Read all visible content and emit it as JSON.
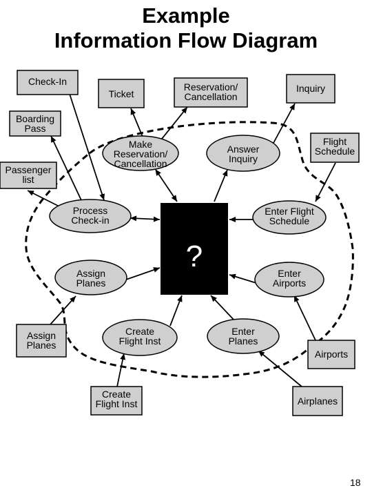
{
  "title_line1": "Example",
  "title_line2": "Information Flow Diagram",
  "page_number": "18",
  "center_symbol": "?",
  "externals": {
    "checkin": [
      "Check-In"
    ],
    "ticket": [
      "Ticket"
    ],
    "reservation": [
      "Reservation/",
      "Cancellation"
    ],
    "inquiry": [
      "Inquiry"
    ],
    "boarding_pass": [
      "Boarding",
      "Pass"
    ],
    "flight_schedule": [
      "Flight",
      "Schedule"
    ],
    "passenger_list": [
      "Passenger",
      "list"
    ],
    "assign_planes": [
      "Assign",
      "Planes"
    ],
    "airports": [
      "Airports"
    ],
    "create_flight_inst": [
      "Create",
      "Flight Inst"
    ],
    "airplanes": [
      "Airplanes"
    ]
  },
  "processes": {
    "make_reservation": [
      "Make",
      "Reservation/",
      "Cancellation"
    ],
    "answer_inquiry": [
      "Answer",
      "Inquiry"
    ],
    "process_checkin": [
      "Process",
      "Check-in"
    ],
    "enter_flight_schedule": [
      "Enter Flight",
      "Schedule"
    ],
    "assign_planes": [
      "Assign",
      "Planes"
    ],
    "enter_airports": [
      "Enter",
      "Airports"
    ],
    "create_flight_inst": [
      "Create",
      "Flight Inst"
    ],
    "enter_planes": [
      "Enter",
      "Planes"
    ]
  }
}
